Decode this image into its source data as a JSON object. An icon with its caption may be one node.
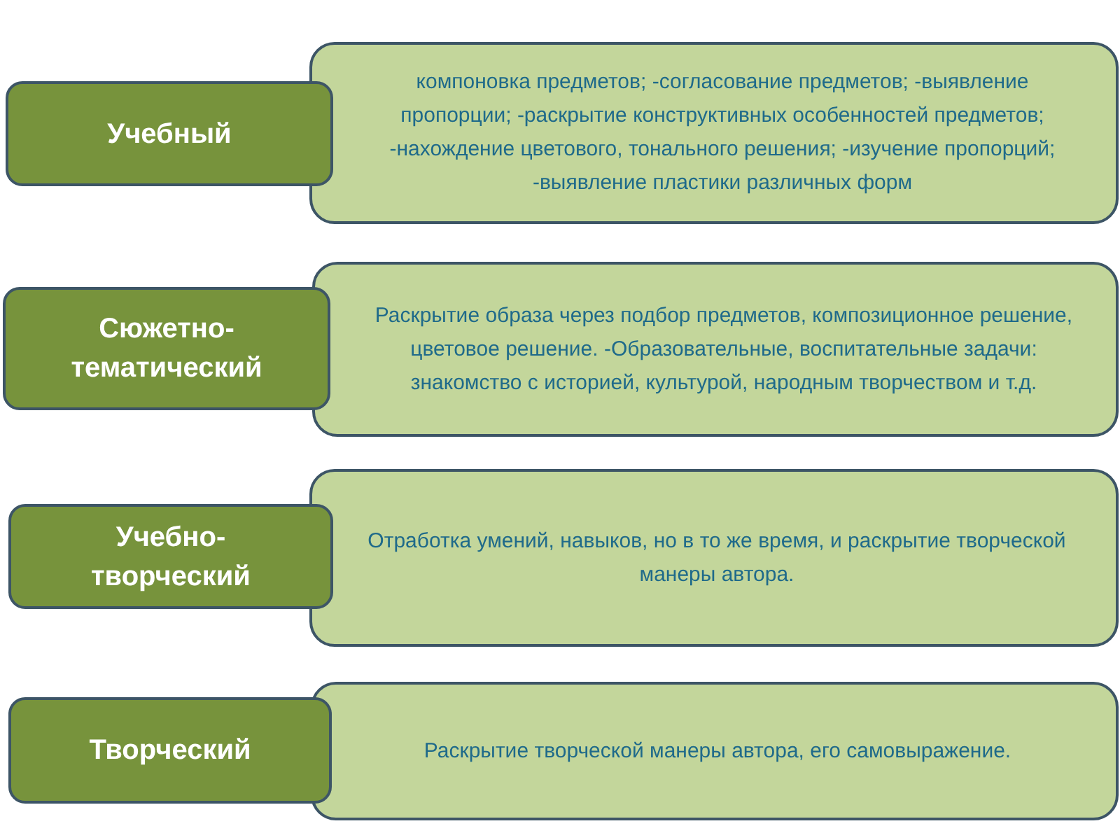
{
  "diagram": {
    "nodes": [
      {
        "text": [
          "Учебный"
        ]
      },
      {
        "text": [
          "компоновка предметов; -согласование предметов; -выявление пропорции; -раскрытие конструктивных особенностей предметов; -нахождение цветового, тонального решения; -изучение пропорций; -выявление пластики различных форм"
        ]
      },
      {
        "text": [
          "Сюжетно-тематический"
        ]
      },
      {
        "text": [
          "Раскрытие образа через подбор предметов, композиционное решение, цветовое решение. -Образовательные, воспитательные задачи: знакомство с историей, культурой, народным творчеством и т.д."
        ]
      },
      {
        "text": [
          "Учебно-творческий"
        ]
      },
      {
        "text": [
          "Отработка умений, навыков, но в то же время, и раскрытие творческой манеры автора."
        ]
      },
      {
        "text": [
          "Творческий"
        ]
      },
      {
        "text": [
          "Раскрытие творческой манеры автора, его самовыражение."
        ]
      }
    ]
  }
}
